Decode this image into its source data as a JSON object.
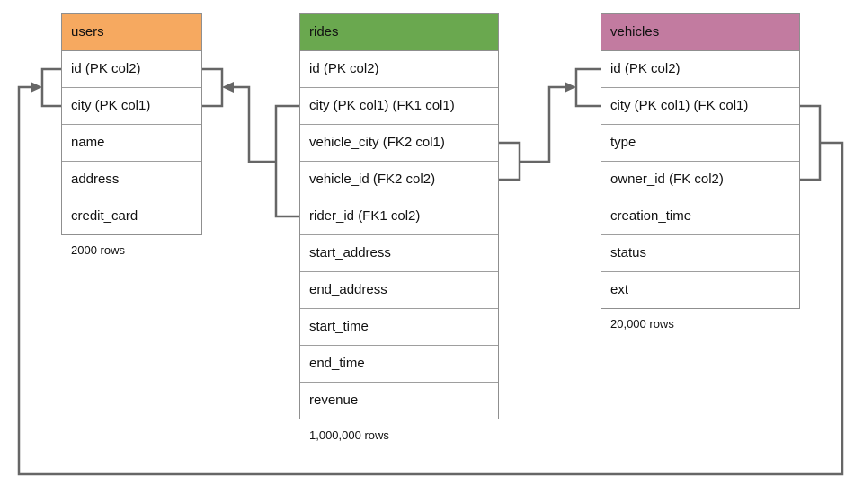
{
  "diagram": {
    "background_color": "#ffffff",
    "line_color": "#666666",
    "tables": [
      {
        "name": "users",
        "header_color": "#f6a960",
        "columns": [
          "id (PK col2)",
          "city (PK col1)",
          "name",
          "address",
          "credit_card"
        ],
        "row_count": "2000 rows"
      },
      {
        "name": "rides",
        "header_color": "#6aa84f",
        "columns": [
          "id (PK col2)",
          "city (PK col1) (FK1 col1)",
          "vehicle_city (FK2 col1)",
          "vehicle_id (FK2 col2)",
          "rider_id (FK1 col2)",
          "start_address",
          "end_address",
          "start_time",
          "end_time",
          "revenue"
        ],
        "row_count": "1,000,000 rows"
      },
      {
        "name": "vehicles",
        "header_color": "#c27ba0",
        "columns": [
          "id (PK col2)",
          "city (PK col1) (FK col1)",
          "type",
          "owner_id (FK col2)",
          "creation_time",
          "status",
          "ext"
        ],
        "row_count": "20,000 rows"
      }
    ],
    "relationships": [
      {
        "from_table": "rides",
        "from_columns": "city (FK1 col1), rider_id (FK1 col2)",
        "to_table": "users",
        "to_columns": "id (PK col2), city (PK col1)"
      },
      {
        "from_table": "rides",
        "from_columns": "vehicle_city (FK2 col1), vehicle_id (FK2 col2)",
        "to_table": "vehicles",
        "to_columns": "id (PK col2), city (PK col1)"
      },
      {
        "from_table": "vehicles",
        "from_columns": "city (FK col1), owner_id (FK col2)",
        "to_table": "users",
        "to_columns": "id (PK col2), city (PK col1)"
      }
    ]
  }
}
